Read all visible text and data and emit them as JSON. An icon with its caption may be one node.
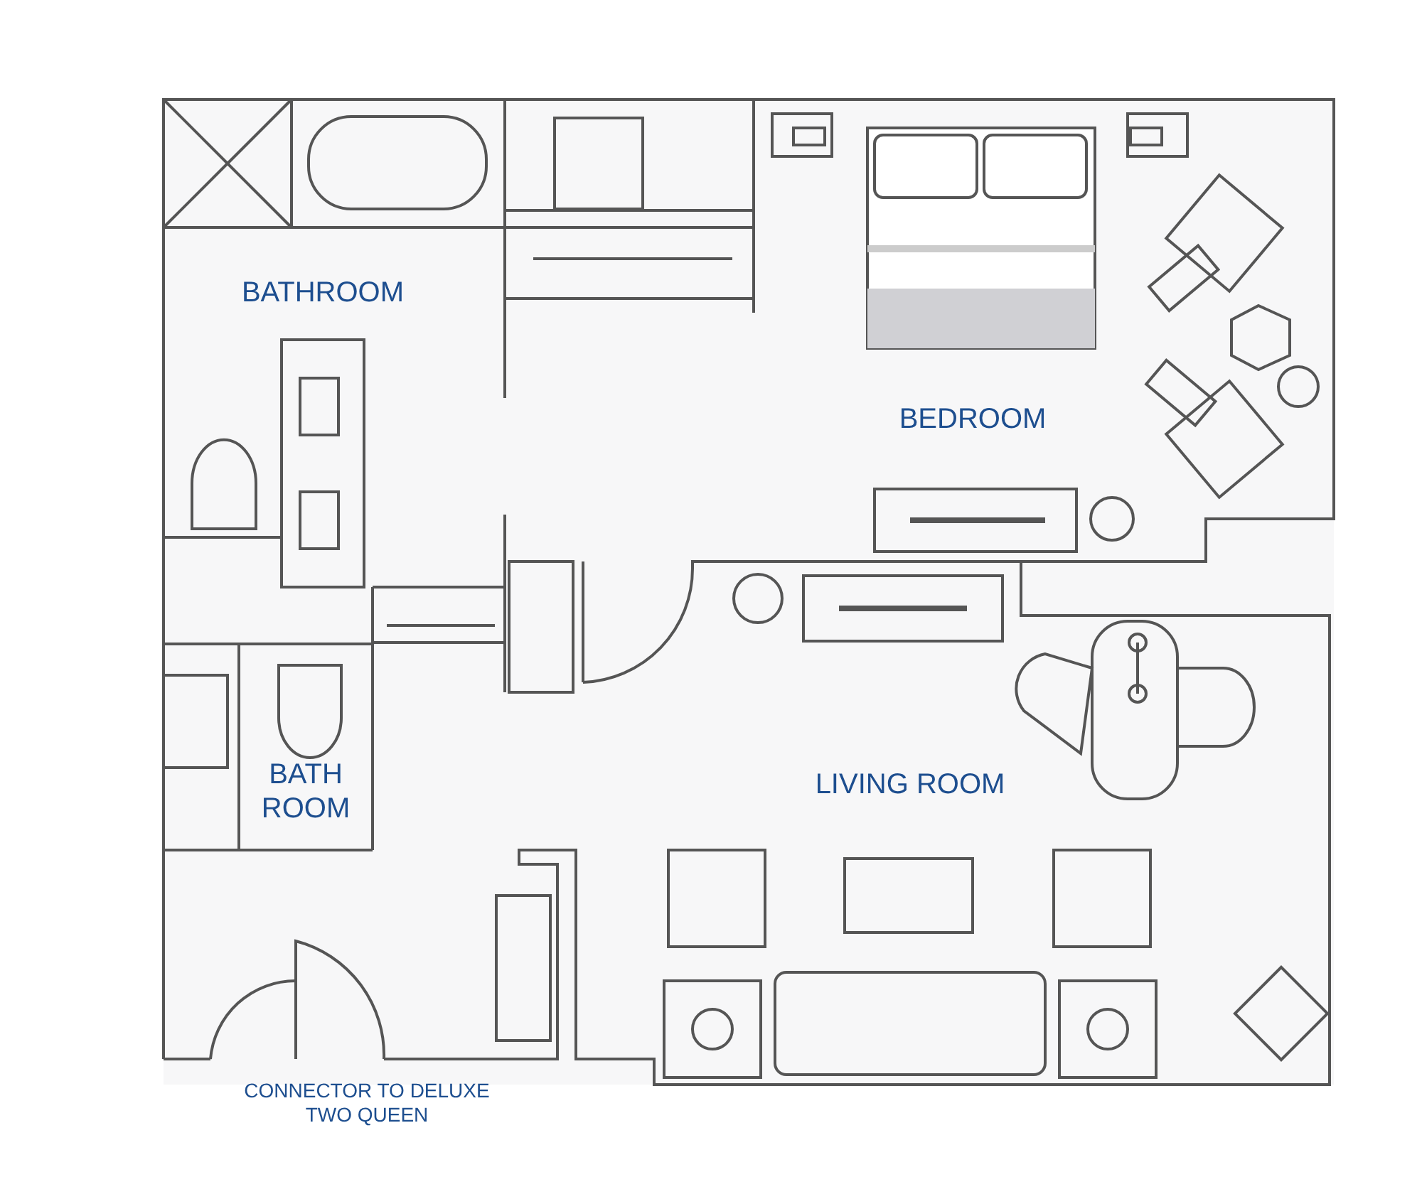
{
  "diagram": {
    "labels": [
      "BATHROOM",
      "BEDROOM",
      "BATH ROOM",
      "LIVING ROOM",
      "CONNECTOR TO DELUXE TWO QUEEN"
    ]
  }
}
